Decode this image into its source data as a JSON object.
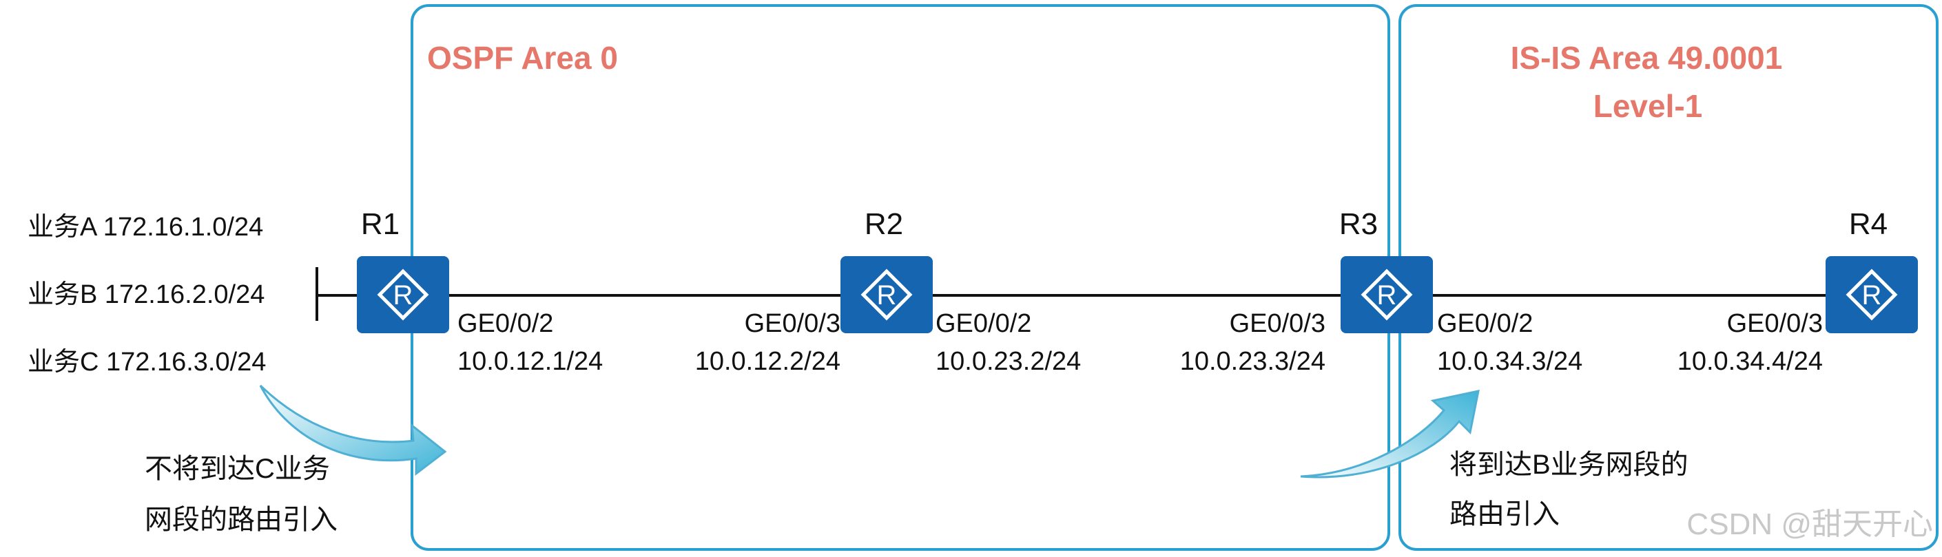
{
  "colors": {
    "area_border": "#2aa0d0",
    "area_title": "#e5776b",
    "router_fill": "#1565b0",
    "router_symbol": "#ffffff",
    "link": "#111111",
    "arrow_fill_light": "#ffffff",
    "arrow_fill_dark": "#3fb4d8",
    "arrow_stroke": "#4fb0d4",
    "watermark": "#c8c8c8"
  },
  "areas": {
    "ospf": {
      "title": "OSPF Area 0"
    },
    "isis": {
      "title_line1": "IS-IS Area 49.0001",
      "title_line2": "Level-1"
    }
  },
  "routers": [
    {
      "id": "r1",
      "name": "R1",
      "icon": "router-icon"
    },
    {
      "id": "r2",
      "name": "R2",
      "icon": "router-icon"
    },
    {
      "id": "r3",
      "name": "R3",
      "icon": "router-icon"
    },
    {
      "id": "r4",
      "name": "R4",
      "icon": "router-icon"
    }
  ],
  "interfaces": {
    "r1_ge002": {
      "port": "GE0/0/2",
      "ip": "10.0.12.1/24"
    },
    "r2_ge003": {
      "port": "GE0/0/3",
      "ip": "10.0.12.2/24"
    },
    "r2_ge002": {
      "port": "GE0/0/2",
      "ip": "10.0.23.2/24"
    },
    "r3_ge003": {
      "port": "GE0/0/3",
      "ip": "10.0.23.3/24"
    },
    "r3_ge002": {
      "port": "GE0/0/2",
      "ip": "10.0.34.3/24"
    },
    "r4_ge003": {
      "port": "GE0/0/3",
      "ip": "10.0.34.4/24"
    }
  },
  "services": [
    {
      "label": "业务A 172.16.1.0/24"
    },
    {
      "label": "业务B 172.16.2.0/24"
    },
    {
      "label": "业务C 172.16.3.0/24"
    }
  ],
  "notes": {
    "left_line1": "不将到达C业务",
    "left_line2": "网段的路由引入",
    "right_line1": "将到达B业务网段的",
    "right_line2": "路由引入"
  },
  "watermark": "CSDN @甜天开心"
}
